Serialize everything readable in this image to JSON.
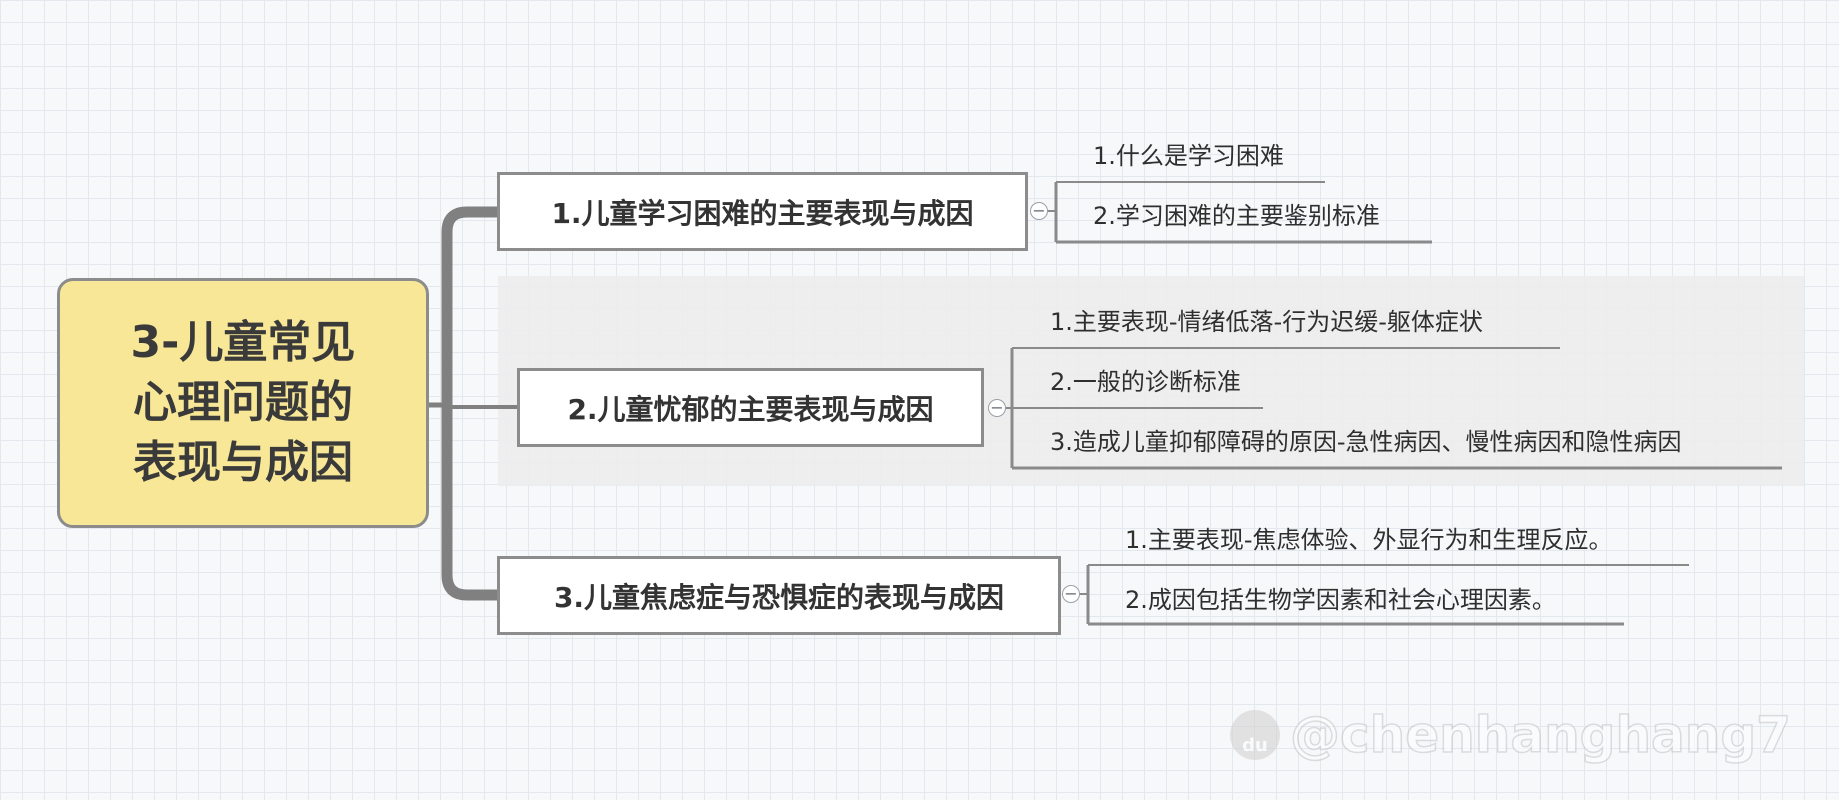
{
  "root": {
    "title": "3-儿童常见心理问题的表现与成因"
  },
  "branches": [
    {
      "label": "1.儿童学习困难的主要表现与成因",
      "children": [
        "1.什么是学习困难",
        "2.学习困难的主要鉴别标准"
      ]
    },
    {
      "label": "2.儿童忧郁的主要表现与成因",
      "children": [
        "1.主要表现-情绪低落-行为迟缓-躯体症状",
        "2.一般的诊断标准",
        "3.造成儿童抑郁障碍的原因-急性病因、慢性病因和隐性病因"
      ]
    },
    {
      "label": "3.儿童焦虑症与恐惧症的表现与成因",
      "children": [
        "1.主要表现-焦虑体验、外显行为和生理反应。",
        "2.成因包括生物学因素和社会心理因素。"
      ]
    }
  ],
  "toggle_symbol": "−",
  "watermark": {
    "paw_text": "du",
    "text": "@chenhanghang7"
  },
  "colors": {
    "root_fill": "#f7e796",
    "node_border": "#8c8c8c",
    "connector": "#808080",
    "leaf_line": "#8a8a8a",
    "grid": "#e2e8ee"
  }
}
